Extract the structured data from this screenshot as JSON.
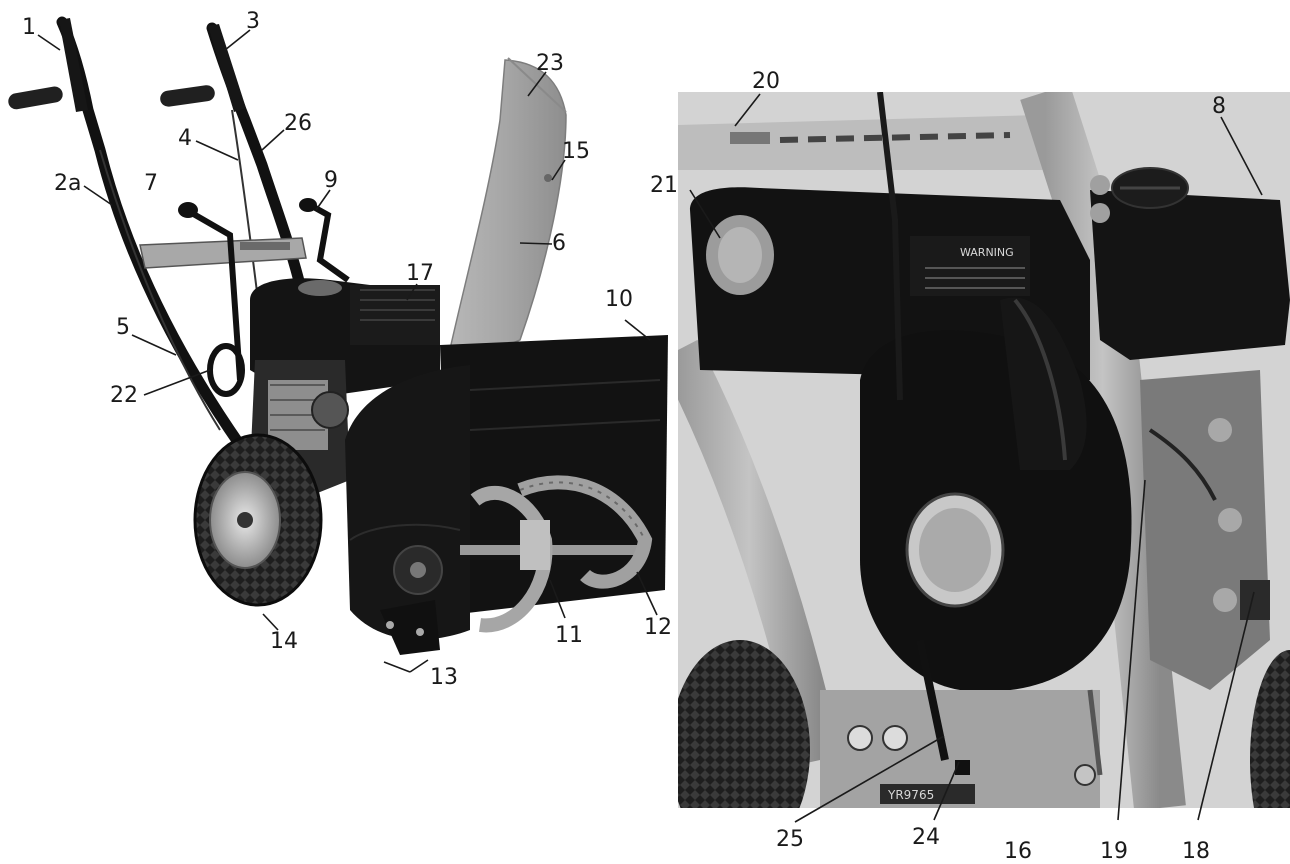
{
  "figure": {
    "left_panel": {
      "description": "Snow thrower overall view",
      "callouts": [
        {
          "id": "c1",
          "label": "1"
        },
        {
          "id": "c3",
          "label": "3"
        },
        {
          "id": "c23",
          "label": "23"
        },
        {
          "id": "c26",
          "label": "26"
        },
        {
          "id": "c4",
          "label": "4"
        },
        {
          "id": "c15",
          "label": "15"
        },
        {
          "id": "c2a",
          "label": "2a"
        },
        {
          "id": "c9",
          "label": "9"
        },
        {
          "id": "c7",
          "label": "7"
        },
        {
          "id": "c6",
          "label": "6"
        },
        {
          "id": "c17",
          "label": "17"
        },
        {
          "id": "c10",
          "label": "10"
        },
        {
          "id": "c5",
          "label": "5"
        },
        {
          "id": "c22",
          "label": "22"
        },
        {
          "id": "c12",
          "label": "12"
        },
        {
          "id": "c11",
          "label": "11"
        },
        {
          "id": "c14",
          "label": "14"
        },
        {
          "id": "c13",
          "label": "13"
        }
      ]
    },
    "right_panel": {
      "description": "Engine close-up view",
      "warning_label": "WARNING",
      "model_plate": "YR9765",
      "callouts": [
        {
          "id": "c20",
          "label": "20"
        },
        {
          "id": "c8",
          "label": "8"
        },
        {
          "id": "c21",
          "label": "21"
        },
        {
          "id": "c25",
          "label": "25"
        },
        {
          "id": "c24",
          "label": "24"
        },
        {
          "id": "c16",
          "label": "16"
        },
        {
          "id": "c19",
          "label": "19"
        },
        {
          "id": "c18",
          "label": "18"
        }
      ]
    }
  }
}
